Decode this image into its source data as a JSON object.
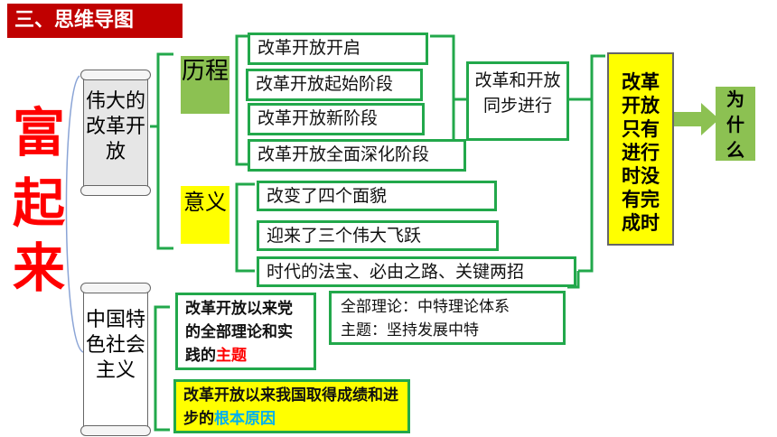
{
  "header": {
    "title": "三、思维导图"
  },
  "main_title": [
    "富",
    "起",
    "来"
  ],
  "scroll1": {
    "text": "伟大的改革开放"
  },
  "scroll2": {
    "text": "中国特色社会主义"
  },
  "labels": {
    "licheng": "历程",
    "yiyi": "意义"
  },
  "stages": [
    "改革开放开启",
    "改革开放起始阶段",
    "改革开放新阶段",
    "改革开放全面深化阶段"
  ],
  "sync": "改革和开放同步进行",
  "meanings": [
    "改变了四个面貌",
    "迎来了三个伟大飞跃",
    "时代的法宝、必由之路、关键两招"
  ],
  "conclusion": "改革开放只有进行时没有完成时",
  "why": "为什么",
  "theme_box": {
    "prefix": "改革开放以来党的全部理论和实践的",
    "highlight": "主题"
  },
  "theory": {
    "line1": "全部理论：中特理论体系",
    "line2": "主题：坚持发展中特"
  },
  "cause_box": {
    "prefix": "改革开放以来我国取得成绩和进步的",
    "highlight": "根本原因"
  },
  "colors": {
    "accent_red": "#c00000",
    "box_green": "#22a84b",
    "label_green": "#8cc152",
    "yellow": "#ffff00",
    "cyan": "#00b0f0"
  }
}
